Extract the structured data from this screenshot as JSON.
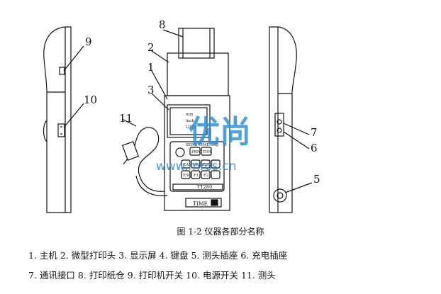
{
  "callouts": [
    "8",
    "2",
    "1",
    "3",
    "9",
    "10",
    "11",
    "7",
    "6",
    "5"
  ],
  "device": {
    "screen_lines": [
      "mm",
      "inch",
      "LINE"
    ],
    "keypad_header": "SENS  TIME  OBJ",
    "keys_row1": [
      "PRN",
      "TIM"
    ],
    "keys_row2": [
      "CAL",
      "DEL",
      "ZERO"
    ],
    "keys_row3": [
      "ESC",
      "F1",
      "F2"
    ],
    "model": "TT280",
    "brand": "TIME"
  },
  "watermark": {
    "logo": "优尚",
    "url": "www.mros.cn"
  },
  "caption": "图 1-2 仪器各部分名称",
  "legend": {
    "line1": "1.    主机  2. 微型打印头  3. 显示屏  4. 键盘  5. 测头插座  6. 充电插座",
    "line2": "7. 通讯接口  8. 打印纸仓  9. 打印机开关  10. 电源开关  11. 测头"
  },
  "colors": {
    "line": "#111111",
    "watermark": "#2e8fd8"
  }
}
